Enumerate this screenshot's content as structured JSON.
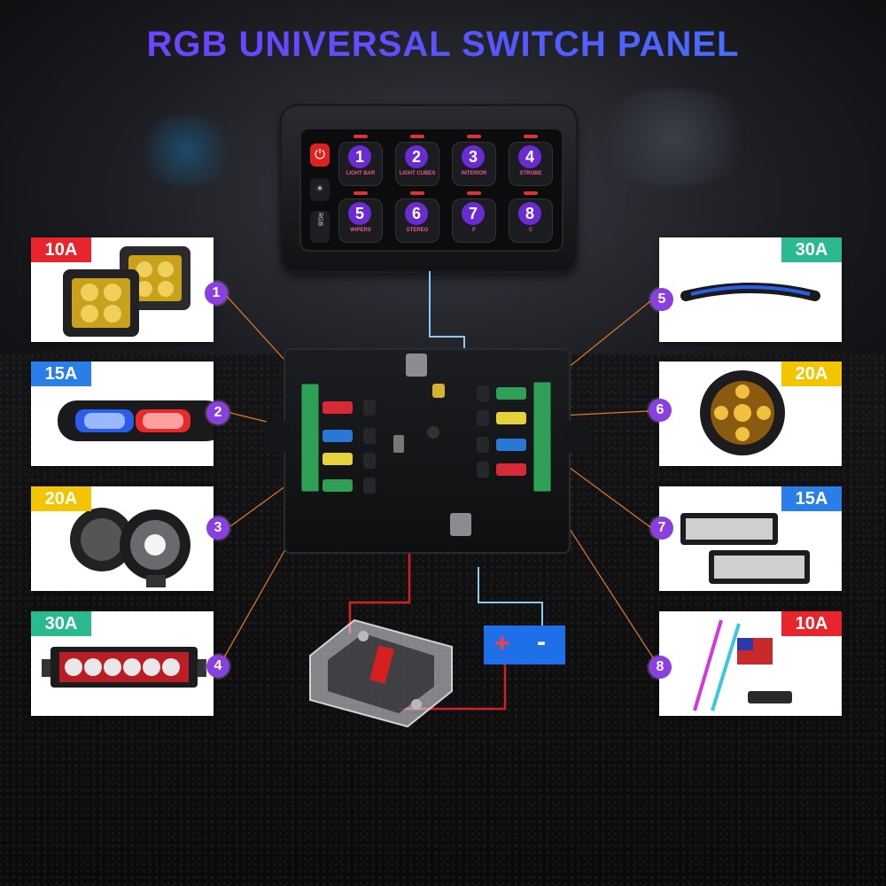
{
  "title": "RGB UNIVERSAL SWITCH PANEL",
  "panel": {
    "side_buttons": {
      "power_icon": "power-icon",
      "brightness_icon": "sun-icon",
      "rgb_label": "RGB"
    },
    "switches": [
      {
        "number": "1",
        "label": "LIGHT BAR"
      },
      {
        "number": "2",
        "label": "LIGHT CUBES"
      },
      {
        "number": "3",
        "label": "INTERIOR"
      },
      {
        "number": "4",
        "label": "STROBE"
      },
      {
        "number": "5",
        "label": "WIPERS"
      },
      {
        "number": "6",
        "label": "STEREO"
      },
      {
        "number": "7",
        "label": "F"
      },
      {
        "number": "8",
        "label": "C"
      }
    ]
  },
  "loads": [
    {
      "marker": "1",
      "amps": "10A",
      "device": "cube pod lights",
      "tag_color": "#e8242d"
    },
    {
      "marker": "2",
      "amps": "15A",
      "device": "strobe light",
      "tag_color": "#2a7ee8"
    },
    {
      "marker": "3",
      "amps": "20A",
      "device": "round pod lights",
      "tag_color": "#f2c500"
    },
    {
      "marker": "4",
      "amps": "30A",
      "device": "light bar",
      "tag_color": "#2bb98f"
    },
    {
      "marker": "5",
      "amps": "30A",
      "device": "curved light bar",
      "tag_color": "#2bb98f"
    },
    {
      "marker": "6",
      "amps": "20A",
      "device": "round offroad light",
      "tag_color": "#f2c500"
    },
    {
      "marker": "7",
      "amps": "15A",
      "device": "work light bars",
      "tag_color": "#2a7ee8"
    },
    {
      "marker": "8",
      "amps": "10A",
      "device": "whip lights",
      "tag_color": "#e8242d"
    }
  ],
  "battery": {
    "positive": "+",
    "negative": "-"
  },
  "colors": {
    "marker": "#8a3fe0",
    "signal_wire": "#8ec9f0",
    "power_wire": "#d62020",
    "callout_line": "#e07a2a"
  }
}
